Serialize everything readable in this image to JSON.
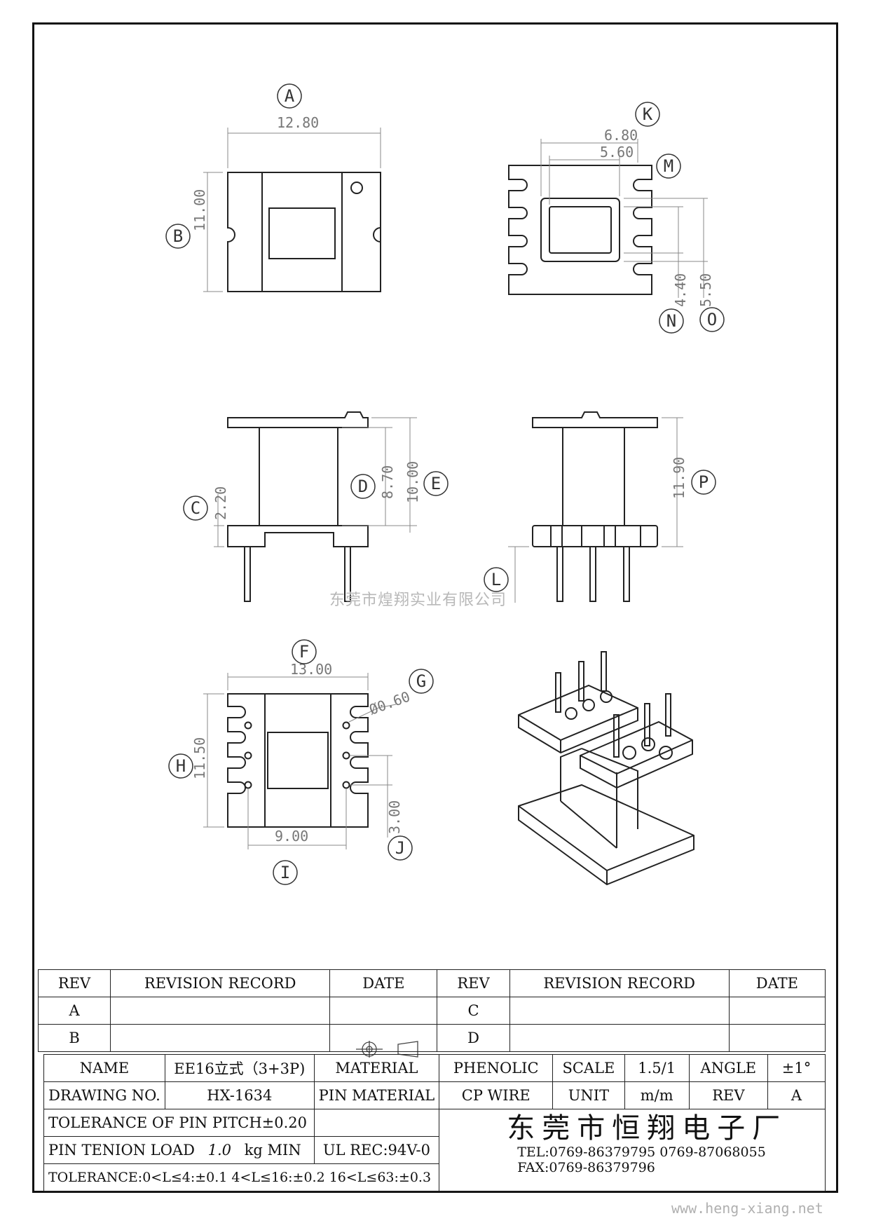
{
  "drawing": {
    "labels": {
      "A": "A",
      "B": "B",
      "C": "C",
      "D": "D",
      "E": "E",
      "F": "F",
      "G": "G",
      "H": "H",
      "I": "I",
      "J": "J",
      "K": "K",
      "L": "L",
      "M": "M",
      "N": "N",
      "O": "O",
      "P": "P"
    },
    "dims": {
      "A": "12.80",
      "B": "11.00",
      "K": "6.80",
      "M": "5.60",
      "N": "4.40",
      "O": "5.50",
      "C": "2.20",
      "D": "8.70",
      "E": "10.00",
      "P": "11.90",
      "F": "13.00",
      "G": "Ø0.60",
      "H": "11.50",
      "I": "9.00",
      "J": "3.00"
    },
    "watermark": "东莞市煌翔实业有限公司",
    "url": "www.heng-xiang.net"
  },
  "revision_table": {
    "headers": [
      "REV",
      "REVISION RECORD",
      "DATE",
      "REV",
      "REVISION RECORD",
      "DATE"
    ],
    "rows": [
      [
        "A",
        "",
        "",
        "C",
        "",
        ""
      ],
      [
        "B",
        "",
        "",
        "D",
        "",
        ""
      ]
    ]
  },
  "title_block": {
    "name_label": "NAME",
    "name_value": "EE16立式（3+3P)",
    "material_label": "MATERIAL",
    "material_value": "PHENOLIC",
    "scale_label": "SCALE",
    "scale_value": "1.5/1",
    "angle_label": "ANGLE",
    "angle_value": "±1°",
    "drawing_no_label": "DRAWING NO.",
    "drawing_no_value": "HX-1634",
    "pin_material_label": "PIN MATERIAL",
    "pin_material_value": "CP WIRE",
    "unit_label": "UNIT",
    "unit_value": "m/m",
    "rev_label": "REV",
    "rev_value": "A",
    "tolerance_pitch": "TOLERANCE OF PIN PITCH±0.20",
    "pin_tension_label": "PIN TENION LOAD",
    "pin_tension_value": "1.0",
    "pin_tension_unit": "kg MIN",
    "ul_rec": "UL REC:94V-0",
    "tolerance": "TOLERANCE:0<L≤4:±0.1  4<L≤16:±0.2  16<L≤63:±0.3",
    "company": "东莞市恒翔电子厂",
    "tel": "TEL:0769-86379795    0769-87068055",
    "fax": "FAX:0769-86379796"
  }
}
